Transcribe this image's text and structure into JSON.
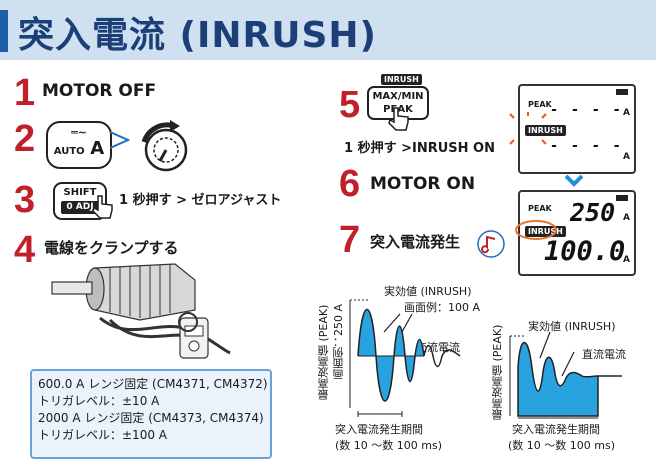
{
  "title": "突入電流 (INRUSH)",
  "steps": [
    {
      "num": "1",
      "text": "MOTOR OFF"
    },
    {
      "num": "2",
      "text": ""
    },
    {
      "num": "3",
      "text": "1 秒押す > ゼロアジャスト"
    },
    {
      "num": "4",
      "text": "電線をクランプする"
    },
    {
      "num": "5",
      "text": ""
    },
    {
      "num": "6",
      "text": "MOTOR ON"
    },
    {
      "num": "7",
      "text": "突入電流発生"
    }
  ],
  "step2": {
    "key_symbol": "═~",
    "key_line1": "AUTO",
    "key_line2": "A"
  },
  "step3": {
    "key_top": "SHIFT",
    "key_bottom": "0 ADJ"
  },
  "step5": {
    "chip": "INRUSH",
    "key_line1": "MAX/MIN",
    "key_line2": "PEAK",
    "caption": "1 秒押す >INRUSH ON"
  },
  "lcd_off": {
    "peak_label": "PEAK",
    "top_value": "- - - -",
    "unit": "A",
    "chip": "INRUSH",
    "bottom_value": "- - - -"
  },
  "lcd_on": {
    "peak_label": "PEAK",
    "top_value": "250",
    "unit": "A",
    "chip": "INRUSH",
    "bottom_value": "100.0"
  },
  "note_lines": [
    "600.0 A レンジ固定 (CM4371, CM4372)",
    "トリガレベル：±10 A",
    "2000 A レンジ固定 (CM4373, CM4374)",
    "トリガレベル：±100 A"
  ],
  "ac_wave": {
    "y_label": "最高波高値 (PEAK)",
    "y_example": "画面例：250 A",
    "rms_label": "実効値 (INRUSH)",
    "rms_example": "画面例：100 A",
    "current_label": "交流電流",
    "period_label": "突入電流発生期間",
    "period_range": "(数 10 ～数 100 ms)"
  },
  "dc_wave": {
    "y_label": "最高波高値 (PEAK)",
    "rms_label": "実効値 (INRUSH)",
    "current_label": "直流電流",
    "period_label": "突入電流発生期間",
    "period_range": "(数 10 ～数 100 ms)"
  },
  "colors": {
    "accent_red": "#c0202a",
    "title_blue": "#1c3f78",
    "banner": "#cfe0f1",
    "wave_fill": "#29a3e0"
  }
}
